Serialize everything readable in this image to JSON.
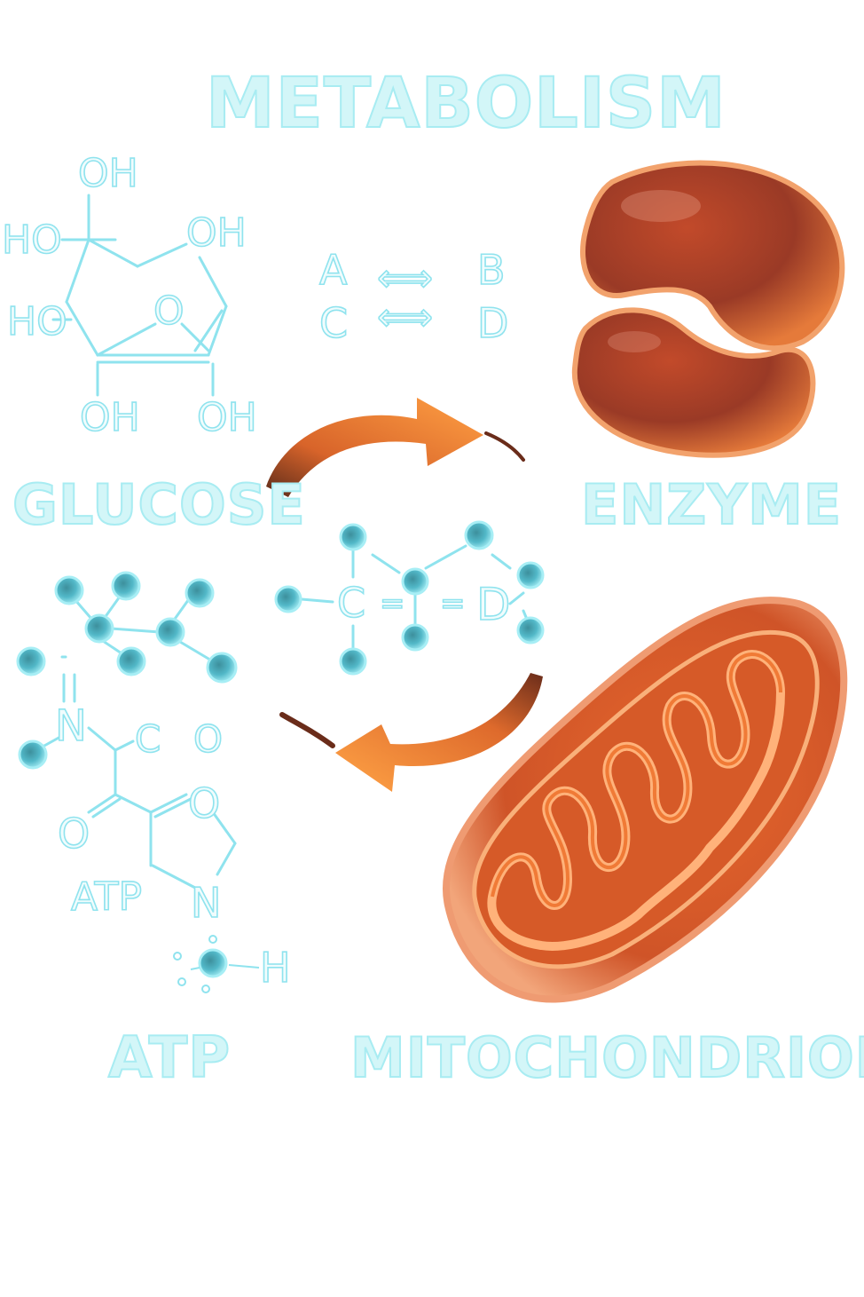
{
  "title": "METABOLISM",
  "labels": {
    "glucose": "GLUCOSE",
    "enzyme": "ENZYME",
    "atp": "ATP",
    "mitochondrion": "MITOCHONDRION"
  },
  "glucose_structure": {
    "oh_top": "OH",
    "ho_left_upper": "HO",
    "oh_right_upper": "OH",
    "ho_left_lower": "HO",
    "ring_o": "O",
    "oh_bottom_left": "OH",
    "oh_bottom_right": "OH"
  },
  "reaction": {
    "a": "A",
    "b": "B",
    "c": "C",
    "d": "D",
    "arrow_top": "⟺",
    "arrow_bottom": "⟺"
  },
  "center_molecule": {
    "c": "C",
    "eq1": "=",
    "eq2": "=",
    "d": "D"
  },
  "atp_structure": {
    "n_upper": "N",
    "c": "C",
    "o_right": "O",
    "o_ring": "O",
    "o_left": "O",
    "atp": "ATP",
    "n_lower": "N",
    "h": "H"
  },
  "colors": {
    "label_fill": "#d3f6f8",
    "label_stroke": "#a8ecf2",
    "atom": "#4fb9c8",
    "organelle": "#e2622a",
    "arrow": "#ee7a2a"
  }
}
